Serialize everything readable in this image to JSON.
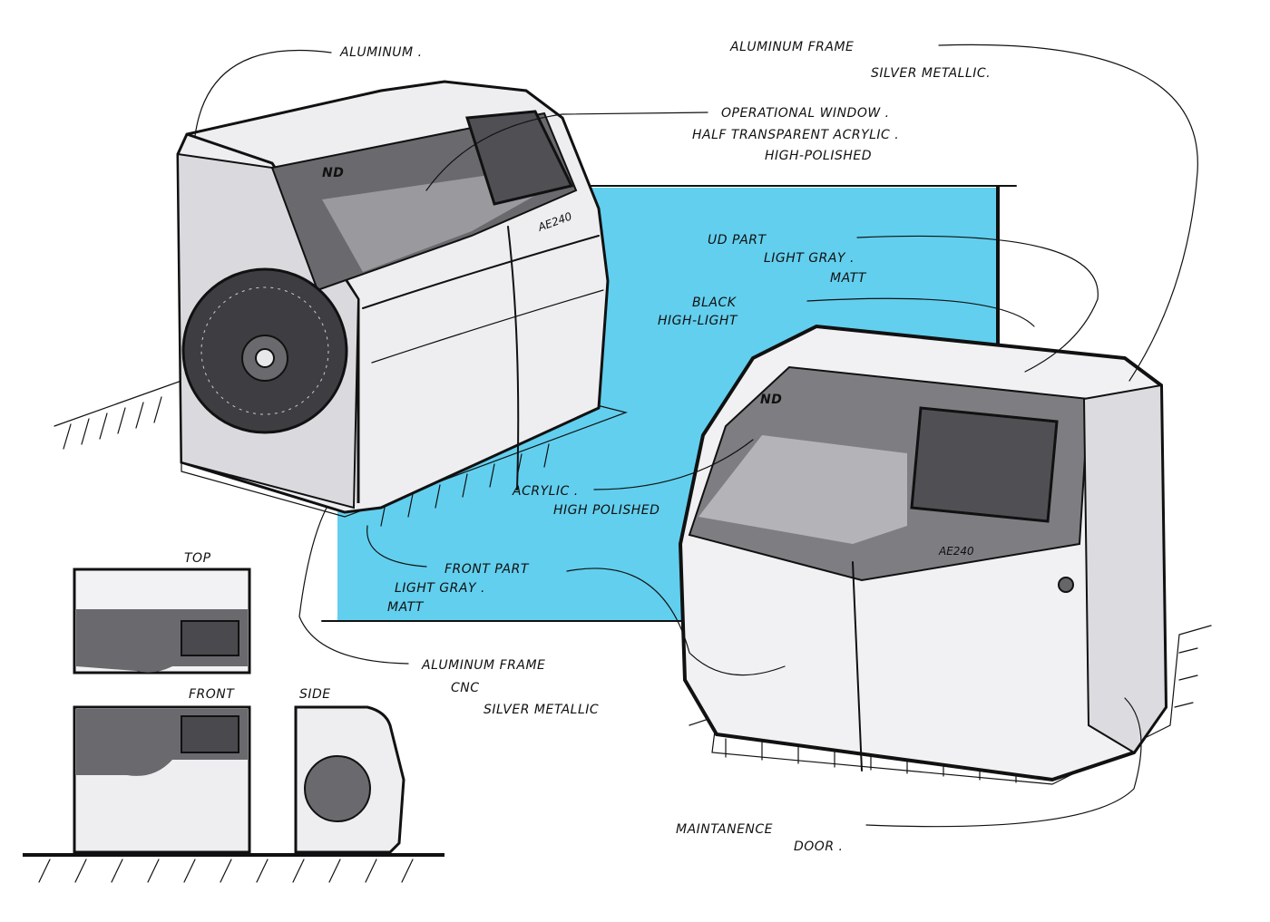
{
  "colors": {
    "background": "#ffffff",
    "accent_blue": "#62cfee",
    "ink": "#111111",
    "light_gray": "#e4e4e8",
    "mid_gray": "#a9a9ad",
    "dark_gray": "#5e5e62"
  },
  "labels": {
    "aluminum_top": "ALUMINUM .",
    "aluminum_frame_top": "ALUMINUM FRAME",
    "silver_metallic_top": "SILVER METALLIC.",
    "operational_window": "OPERATIONAL WINDOW .",
    "half_transparent": "HALF TRANSPARENT ACRYLIC .",
    "high_polished_top": "HIGH-POLISHED",
    "ud_part": "UD PART",
    "ud_light_gray": "LIGHT GRAY .",
    "ud_matt": "MATT",
    "black": "BLACK",
    "high_light": "HIGH-LIGHT",
    "acrylic": "ACRYLIC .",
    "high_polished": "HIGH POLISHED",
    "front_part": "FRONT PART",
    "front_light_gray": "LIGHT GRAY .",
    "front_matt": "MATT",
    "aluminum_frame_bottom": "ALUMINUM FRAME",
    "cnc": "CNC",
    "silver_metallic_bottom": "SILVER METALLIC",
    "maintenance": "MAINTANENCE",
    "door": "DOOR ."
  },
  "views": {
    "top": "TOP",
    "front": "FRONT",
    "side": "SIDE"
  },
  "product": {
    "model": "AE240",
    "logo": "ND"
  }
}
